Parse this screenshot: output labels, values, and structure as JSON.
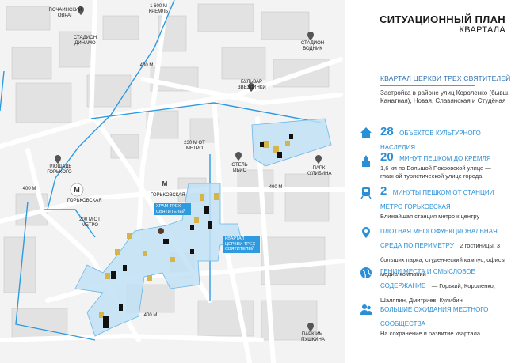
{
  "title": "СИТУАЦИОННЫЙ ПЛАН",
  "subtitle": "КВАРТАЛА",
  "section_title": "КВАРТАЛ ЦЕРКВИ ТРЕХ СВЯТИТЕЛЕЙ",
  "intro": "Застройка в районе улиц Короленко (бывш. Канатная), Новая, Славянская и Студёная",
  "items": [
    {
      "icon": "house-icon",
      "num": "28",
      "head": "ОБЪЕКТОВ КУЛЬТУРНОГО НАСЛЕДИЯ",
      "body": ""
    },
    {
      "icon": "kremlin-tower-icon",
      "num": "20",
      "head": "МИНУТ ПЕШКОМ ДО КРЕМЛЯ",
      "body": "1,6 км по Большой Покровской улице — главной туристической улице города"
    },
    {
      "icon": "tram-icon",
      "num": "2",
      "head": "МИНУТЫ ПЕШКОМ ОТ СТАНЦИИ МЕТРО ГОРЬКОВСКАЯ",
      "body": "Ближайшая станция метро к центру"
    },
    {
      "icon": "pin-icon",
      "num": "",
      "head": "ПЛОТНАЯ МНОГОФУНКЦИОНАЛЬНАЯ СРЕДА ПО ПЕРИМЕТРУ",
      "tail": "2 гостиницы, 3 больших парка, студенческий кампус, офисы медиа-компаний",
      "body": ""
    },
    {
      "icon": "globe-icon",
      "num": "",
      "head": "ГЕНИИ МЕСТА И СМЫСЛОВОЕ СОДЕРЖАНИЕ",
      "tail": "— Горький, Короленко, Шаляпин, Дмитриев, Кулибин",
      "body": ""
    },
    {
      "icon": "people-icon",
      "num": "",
      "head": "БОЛЬШИЕ ОЖИДАНИЯ МЕСТНОГО СООБЩЕСТВА",
      "body": "На сохранение и развитие квартала"
    }
  ],
  "map": {
    "places": [
      {
        "id": "pochainsky",
        "text": "ПОЧАИНСКИЙ ОВРАГ"
      },
      {
        "id": "dinamo",
        "text": "СТАДИОН ДИНАМО"
      },
      {
        "id": "vodnik",
        "text": "СТАДИОН ВОДНИК"
      },
      {
        "id": "zvezdinka",
        "text": "БУЛЬВАР ЗВЕЗДИНКИ"
      },
      {
        "id": "gorky_sq",
        "text": "ПЛОЩАДЬ ГОРЬКОГО"
      },
      {
        "id": "ibis",
        "text": "ОТЕЛЬ ИБИС"
      },
      {
        "id": "kulibin",
        "text": "ПАРК КУЛИБИНА"
      },
      {
        "id": "pushkin",
        "text": "ПАРК ИМ. ПУШКИНА"
      }
    ],
    "distances": [
      {
        "id": "kreml",
        "text": "1 600 М КРЕМЛЬ"
      },
      {
        "id": "d400a",
        "text": "400 М"
      },
      {
        "id": "d230",
        "text": "230 М ОТ МЕТРО"
      },
      {
        "id": "d200",
        "text": "200 М ОТ МЕТРО"
      },
      {
        "id": "d400b",
        "text": "400 М"
      },
      {
        "id": "d400c",
        "text": "400 М"
      },
      {
        "id": "d400d",
        "text": "400 М"
      }
    ],
    "metro": [
      "ГОРЬКОВСКАЯ",
      "ГОРЬКОВСКАЯ"
    ],
    "tags": [
      {
        "id": "church",
        "text": "ХРАМ ТРЕХ СВЯТИТЕЛЕЙ"
      },
      {
        "id": "quarter",
        "text": "КВАРТАЛ ЦЕРКВИ ТРЕХ СВЯТИТЕЛЕЙ"
      }
    ],
    "colors": {
      "accent": "#2e9ae0",
      "zone": "#bfe0f5",
      "building_old": "#d6b449",
      "building_new": "#111111"
    }
  }
}
